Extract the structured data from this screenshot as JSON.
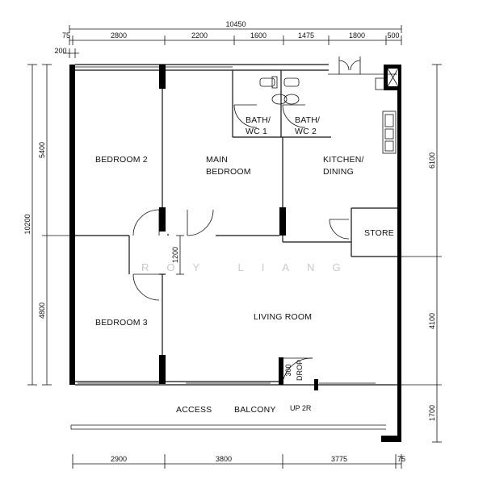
{
  "dimensions": {
    "overall_width": "10450",
    "top_segments": [
      "75",
      "2800",
      "2200",
      "1600",
      "1475",
      "1800",
      "500"
    ],
    "top_small": "200",
    "left_overall": "10200",
    "left_segments": [
      "5400",
      "4800"
    ],
    "right_segments": [
      "6100",
      "4100",
      "1700"
    ],
    "bottom_segments": [
      "2900",
      "3800",
      "3775",
      "75"
    ],
    "internal": [
      "1200",
      "300"
    ]
  },
  "rooms": {
    "bedroom2": "BEDROOM 2",
    "main_bedroom": [
      "MAIN",
      "BEDROOM"
    ],
    "bath1": [
      "BATH/",
      "WC 1"
    ],
    "bath2": [
      "BATH/",
      "WC 2"
    ],
    "kitchen": [
      "KITCHEN/",
      "DINING"
    ],
    "store": "STORE",
    "bedroom3": "BEDROOM 3",
    "living": "LIVING ROOM",
    "access": "ACCESS",
    "balcony": "BALCONY",
    "drop": "DROP",
    "up": "UP 2R"
  },
  "watermark": "ROY LIANG"
}
